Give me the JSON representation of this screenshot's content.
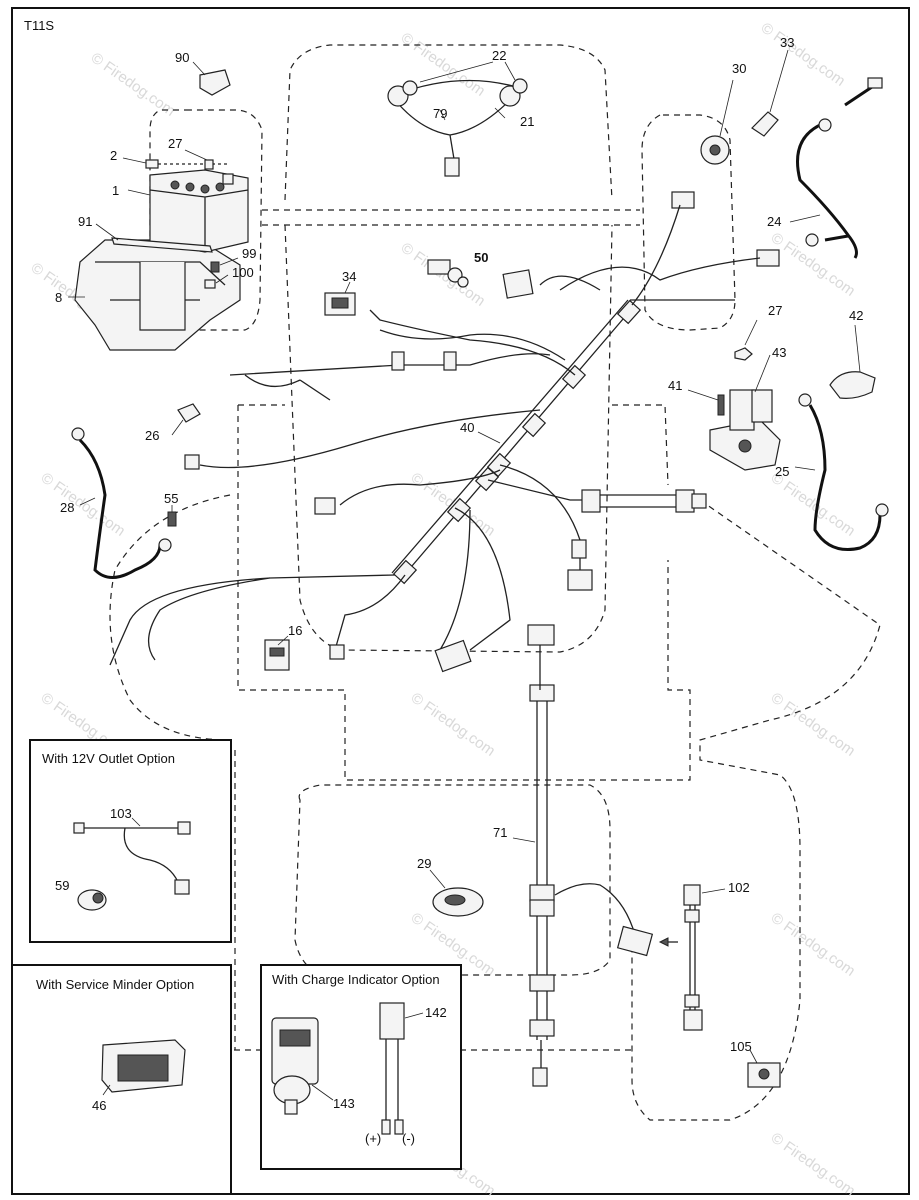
{
  "diagram_code": "T11S",
  "watermark": "© Firedog.com",
  "parts": [
    {
      "id": "p1",
      "label": "1"
    },
    {
      "id": "p2",
      "label": "2"
    },
    {
      "id": "p8",
      "label": "8"
    },
    {
      "id": "p16",
      "label": "16"
    },
    {
      "id": "p21",
      "label": "21"
    },
    {
      "id": "p22",
      "label": "22"
    },
    {
      "id": "p24",
      "label": "24"
    },
    {
      "id": "p25",
      "label": "25"
    },
    {
      "id": "p26",
      "label": "26"
    },
    {
      "id": "p27a",
      "label": "27"
    },
    {
      "id": "p27b",
      "label": "27"
    },
    {
      "id": "p28",
      "label": "28"
    },
    {
      "id": "p29",
      "label": "29"
    },
    {
      "id": "p30",
      "label": "30"
    },
    {
      "id": "p33",
      "label": "33"
    },
    {
      "id": "p34",
      "label": "34"
    },
    {
      "id": "p40",
      "label": "40"
    },
    {
      "id": "p41",
      "label": "41"
    },
    {
      "id": "p42",
      "label": "42"
    },
    {
      "id": "p43",
      "label": "43"
    },
    {
      "id": "p50",
      "label": "50"
    },
    {
      "id": "p55",
      "label": "55"
    },
    {
      "id": "p71",
      "label": "71"
    },
    {
      "id": "p79",
      "label": "79"
    },
    {
      "id": "p90",
      "label": "90"
    },
    {
      "id": "p91",
      "label": "91"
    },
    {
      "id": "p99",
      "label": "99"
    },
    {
      "id": "p100",
      "label": "100"
    },
    {
      "id": "p102",
      "label": "102"
    },
    {
      "id": "p105",
      "label": "105"
    }
  ],
  "option_boxes": {
    "outlet": {
      "title": "With 12V Outlet Option",
      "parts": [
        "103",
        "59"
      ]
    },
    "service_minder": {
      "title": "With Service Minder Option",
      "parts": [
        "46"
      ]
    },
    "charge_indicator": {
      "title": "With Charge Indicator Option",
      "parts": [
        "142",
        "143"
      ],
      "pos": "(+)",
      "neg": "(-)"
    }
  }
}
